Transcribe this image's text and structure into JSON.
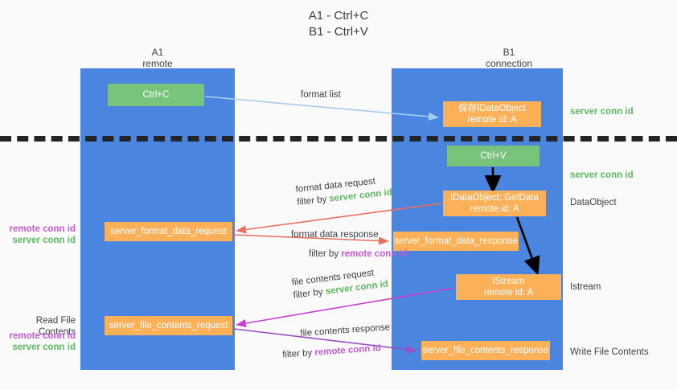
{
  "title": {
    "line1": "A1 - Ctrl+C",
    "line2": "B1 - Ctrl+V"
  },
  "columns": {
    "left": {
      "name": "A1",
      "role": "remote"
    },
    "right": {
      "name": "B1",
      "role": "connection"
    }
  },
  "nodes": {
    "ctrl_c": {
      "label": "Ctrl+C",
      "color": "#78c47c"
    },
    "save_idataobject": {
      "line1": "保存IDataObject",
      "line2": "remote id: A",
      "color": "#fcb158"
    },
    "ctrl_v": {
      "label": "Ctrl+V",
      "color": "#78c47c"
    },
    "getdata": {
      "line1": "IDataObject::GetData",
      "line2": "remote id: A",
      "color": "#fcb158"
    },
    "istream": {
      "line1": "IStream",
      "line2": "remote id: A",
      "color": "#fcb158"
    },
    "server_format_data_request": {
      "label": "server_format_data_request",
      "color": "#fcb158"
    },
    "server_format_data_response": {
      "label": "server_format_data_response",
      "color": "#fcb158"
    },
    "server_file_contents_request": {
      "label": "server_file_contents_request",
      "color": "#fcb158"
    },
    "server_file_contents_response": {
      "label": "server_file_contents_response",
      "color": "#fcb158"
    }
  },
  "edges": {
    "format_list": {
      "label": "format list"
    },
    "format_data_request": {
      "label": "format data request",
      "filter_prefix": "filter by ",
      "filter_value": "server conn id"
    },
    "format_data_response": {
      "label": "format data response",
      "filter_prefix": "filter by ",
      "filter_value": "remote conn id"
    },
    "file_contents_request": {
      "label": "file contents request",
      "filter_prefix": "filter by ",
      "filter_value": "server conn id"
    },
    "file_contents_response": {
      "label": "file contents response",
      "filter_prefix": "filter by ",
      "filter_value": "remote conn id"
    }
  },
  "right_notes": {
    "conn_top": "server conn id",
    "conn_mid": "server conn id",
    "dataobject": "DataObject",
    "istream": "Istream",
    "write_file_contents": "Write File Contents"
  },
  "left_notes": {
    "remote_conn_id": "remote conn id",
    "server_conn_id": "server conn id",
    "read_file_contents": "Read File Contents"
  },
  "colors": {
    "lane": "#4a86e0",
    "green_node": "#78c47c",
    "orange_node": "#fcb158",
    "server_conn_id": "#5cb860",
    "remote_conn_id": "#c558d6",
    "background": "#fafafa",
    "dashed_line": "#222428",
    "arrow_blue": "#a8cdf0",
    "arrow_red": "#e8705f",
    "arrow_magenta": "#c93fd0",
    "arrow_purple": "#9a4fc4",
    "arrow_black": "#000000"
  }
}
